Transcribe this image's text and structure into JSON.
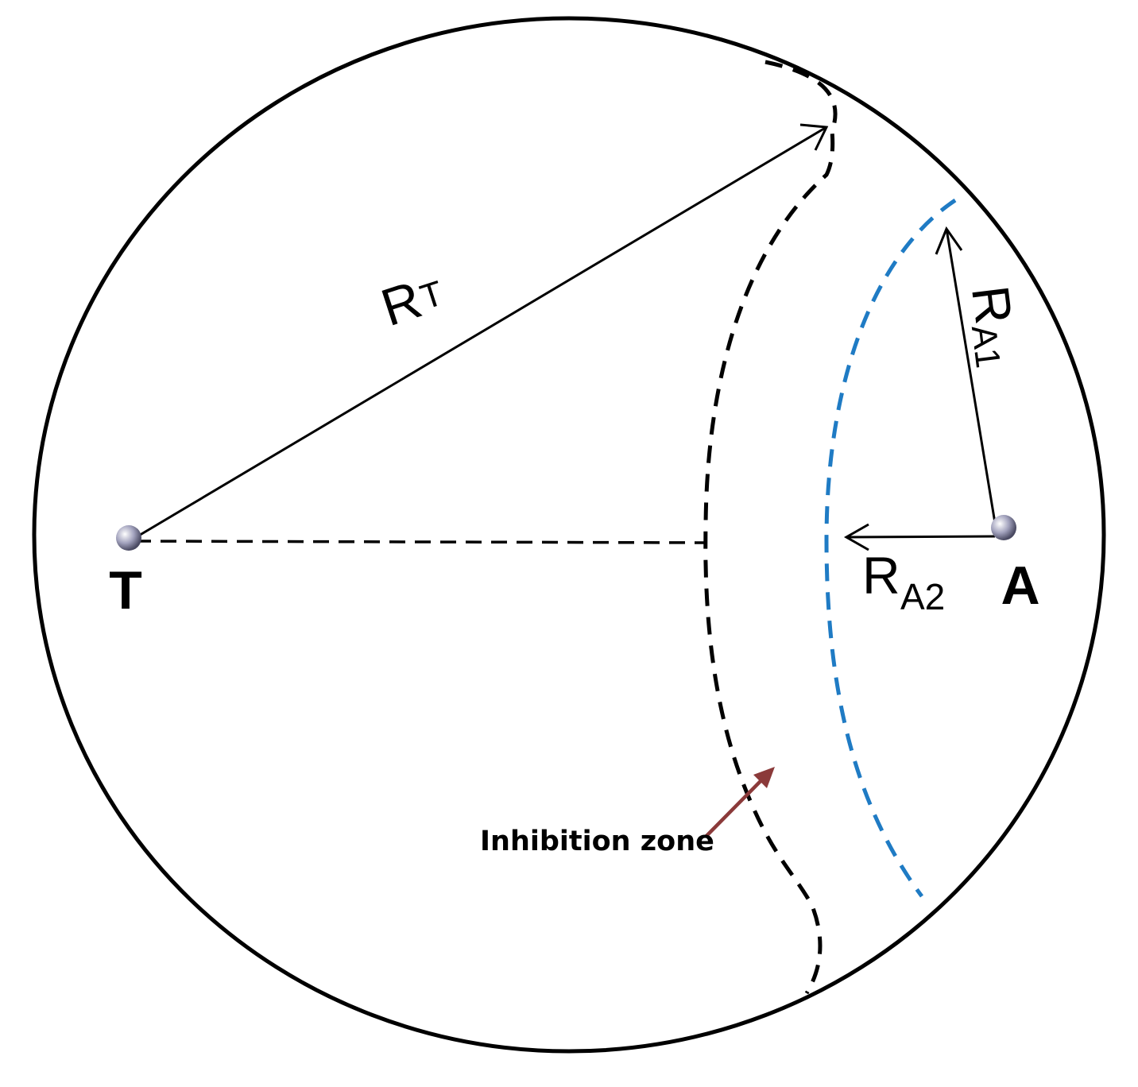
{
  "labels": {
    "point_t": "T",
    "point_a": "A",
    "rt_main": "R",
    "rt_sub": "T",
    "ra1_main": "R",
    "ra1_sub": "A1",
    "ra2_main": "R",
    "ra2_sub": "A2",
    "inhibition_zone": "Inhibition zone"
  },
  "colors": {
    "outline": "#000000",
    "boundary_t": "#000000",
    "boundary_a": "#1f7bc4",
    "pointer_arrow": "#8b3a3a",
    "point_fill": "#8c8ca8"
  }
}
